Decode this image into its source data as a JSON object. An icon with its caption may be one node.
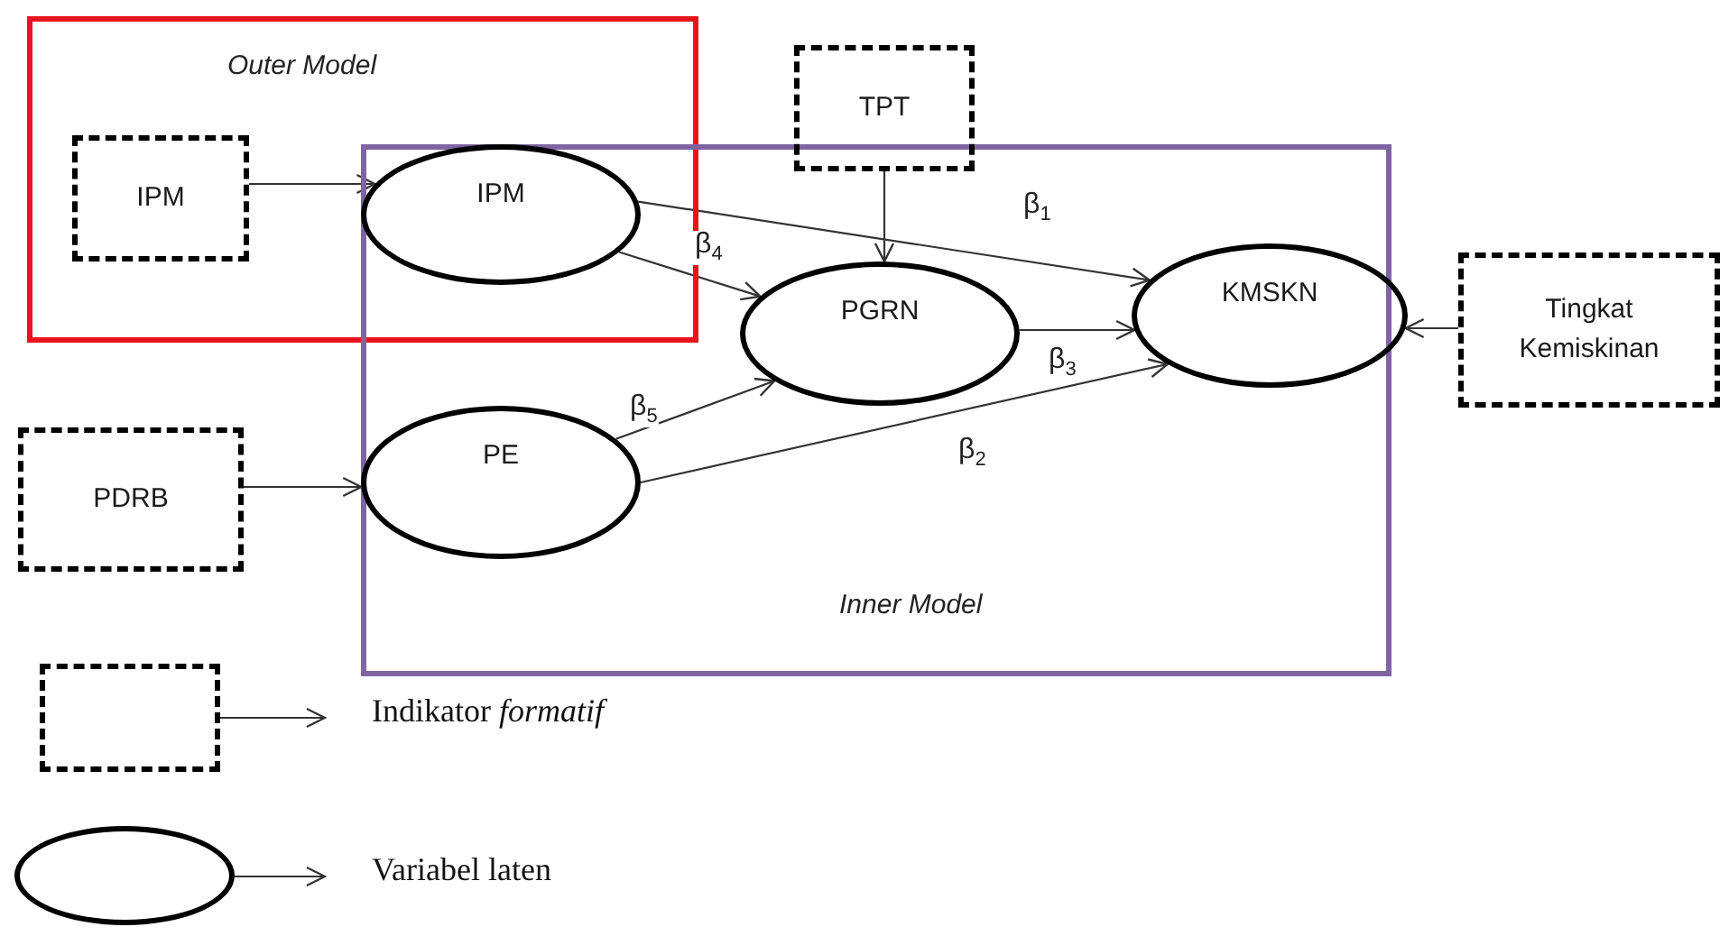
{
  "diagram": {
    "nodes": [
      {
        "text": [
          "Outer Model"
        ]
      },
      {
        "text": [
          "Inner Model"
        ]
      },
      {
        "text": [
          "IPM"
        ],
        "in": 0
      },
      {
        "text": [
          "TPT"
        ]
      },
      {
        "text": [
          "IPM"
        ]
      },
      {
        "text": [
          "PGRN"
        ],
        "in": 1
      },
      {
        "text": [
          "KMSKN"
        ]
      },
      {
        "text": [
          "Tingkat Kemiskinan"
        ]
      },
      {
        "text": [
          "PDRB"
        ]
      },
      {
        "text": [
          "PE"
        ],
        "in": 1
      },
      {
        "text": [],
        "shape": "box"
      },
      {
        "text": [
          "Indikator *formatif*"
        ]
      },
      {
        "text": [],
        "shape": "ellipse"
      },
      {
        "text": [
          "Variabel laten"
        ]
      }
    ],
    "edges": [
      {
        "from": 2,
        "to": 4,
        "arrow": "to"
      },
      {
        "from": 3,
        "to": 5,
        "arrow": "to"
      },
      {
        "from": 4,
        "to": 6,
        "arrow": "to",
        "label": "β$_{1}$"
      },
      {
        "from": 4,
        "to": 5,
        "arrow": "to",
        "label": "β$_{4}$"
      },
      {
        "from": 5,
        "to": 6,
        "arrow": "to",
        "label": "β$_{3}$"
      },
      {
        "from": 9,
        "to": 5,
        "arrow": "to",
        "label": "β$_{5}$"
      },
      {
        "from": 9,
        "to": 6,
        "arrow": "to",
        "label": "β$_{2}$"
      },
      {
        "from": 7,
        "to": 6,
        "arrow": "to"
      },
      {
        "from": 8,
        "to": 9,
        "arrow": "to"
      },
      {
        "from": 10,
        "to": 11,
        "arrow": "to"
      },
      {
        "from": 12,
        "to": 13,
        "arrow": "to"
      }
    ]
  }
}
